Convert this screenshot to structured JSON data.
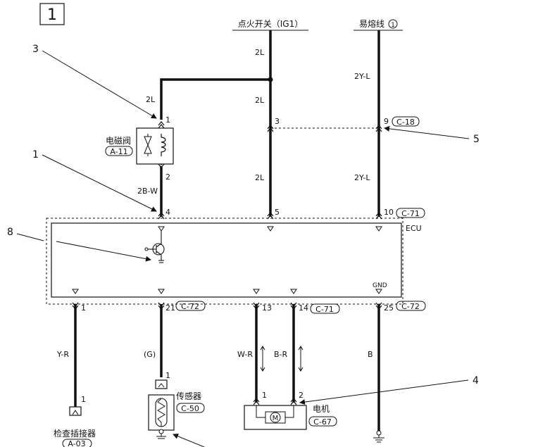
{
  "page_number": "1",
  "top_sources": {
    "ignition_switch": "点火开关（IG1）",
    "fusible_link": "易熔线",
    "fusible_link_circle_number": "1"
  },
  "wire_labels": {
    "ign_top": "2L",
    "ign_left": "2L",
    "ign_mid": "2L",
    "ign_lower": "2L",
    "fuse_top": "2Y-L",
    "fuse_lower": "2Y-L",
    "valve_to_ecu": "2B-W",
    "check_wire": "Y-R",
    "sensor_wire": "(G)",
    "motor_wire1": "W-R",
    "motor_wire2": "B-R",
    "ground_wire": "B"
  },
  "pins": {
    "valve_pin1": "1",
    "valve_pin2": "2",
    "mid_connector_pin": "3",
    "fuse_connector_pin": "9",
    "ecu_pin4": "4",
    "ecu_pin5": "5",
    "ecu_pin10": "10",
    "ecu_pin1": "1",
    "ecu_pin21": "21",
    "ecu_pin13": "13",
    "ecu_pin14": "14",
    "ecu_pin25": "25",
    "check_connector_pin": "1",
    "sensor_pin": "1",
    "motor_pin1": "1",
    "motor_pin2": "2"
  },
  "connectors": {
    "c18": "C-18",
    "c71_top": "C-71",
    "c72_sensor": "C-72",
    "c71_motor": "C-71",
    "c72_ground": "C-72"
  },
  "components": {
    "solenoid_valve_name": "电磁阀",
    "solenoid_valve_code": "A-11",
    "ecu_name": "ECU",
    "ecu_gnd": "GND",
    "sensor_name": "传感器",
    "sensor_code": "C-50",
    "motor_name": "电机",
    "motor_code": "C-67",
    "motor_symbol": "M",
    "check_connector_name": "检查插接器",
    "check_connector_code": "A-03"
  },
  "callouts": {
    "c1": "1",
    "c3": "3",
    "c4": "4",
    "c5": "5",
    "c8": "8"
  }
}
